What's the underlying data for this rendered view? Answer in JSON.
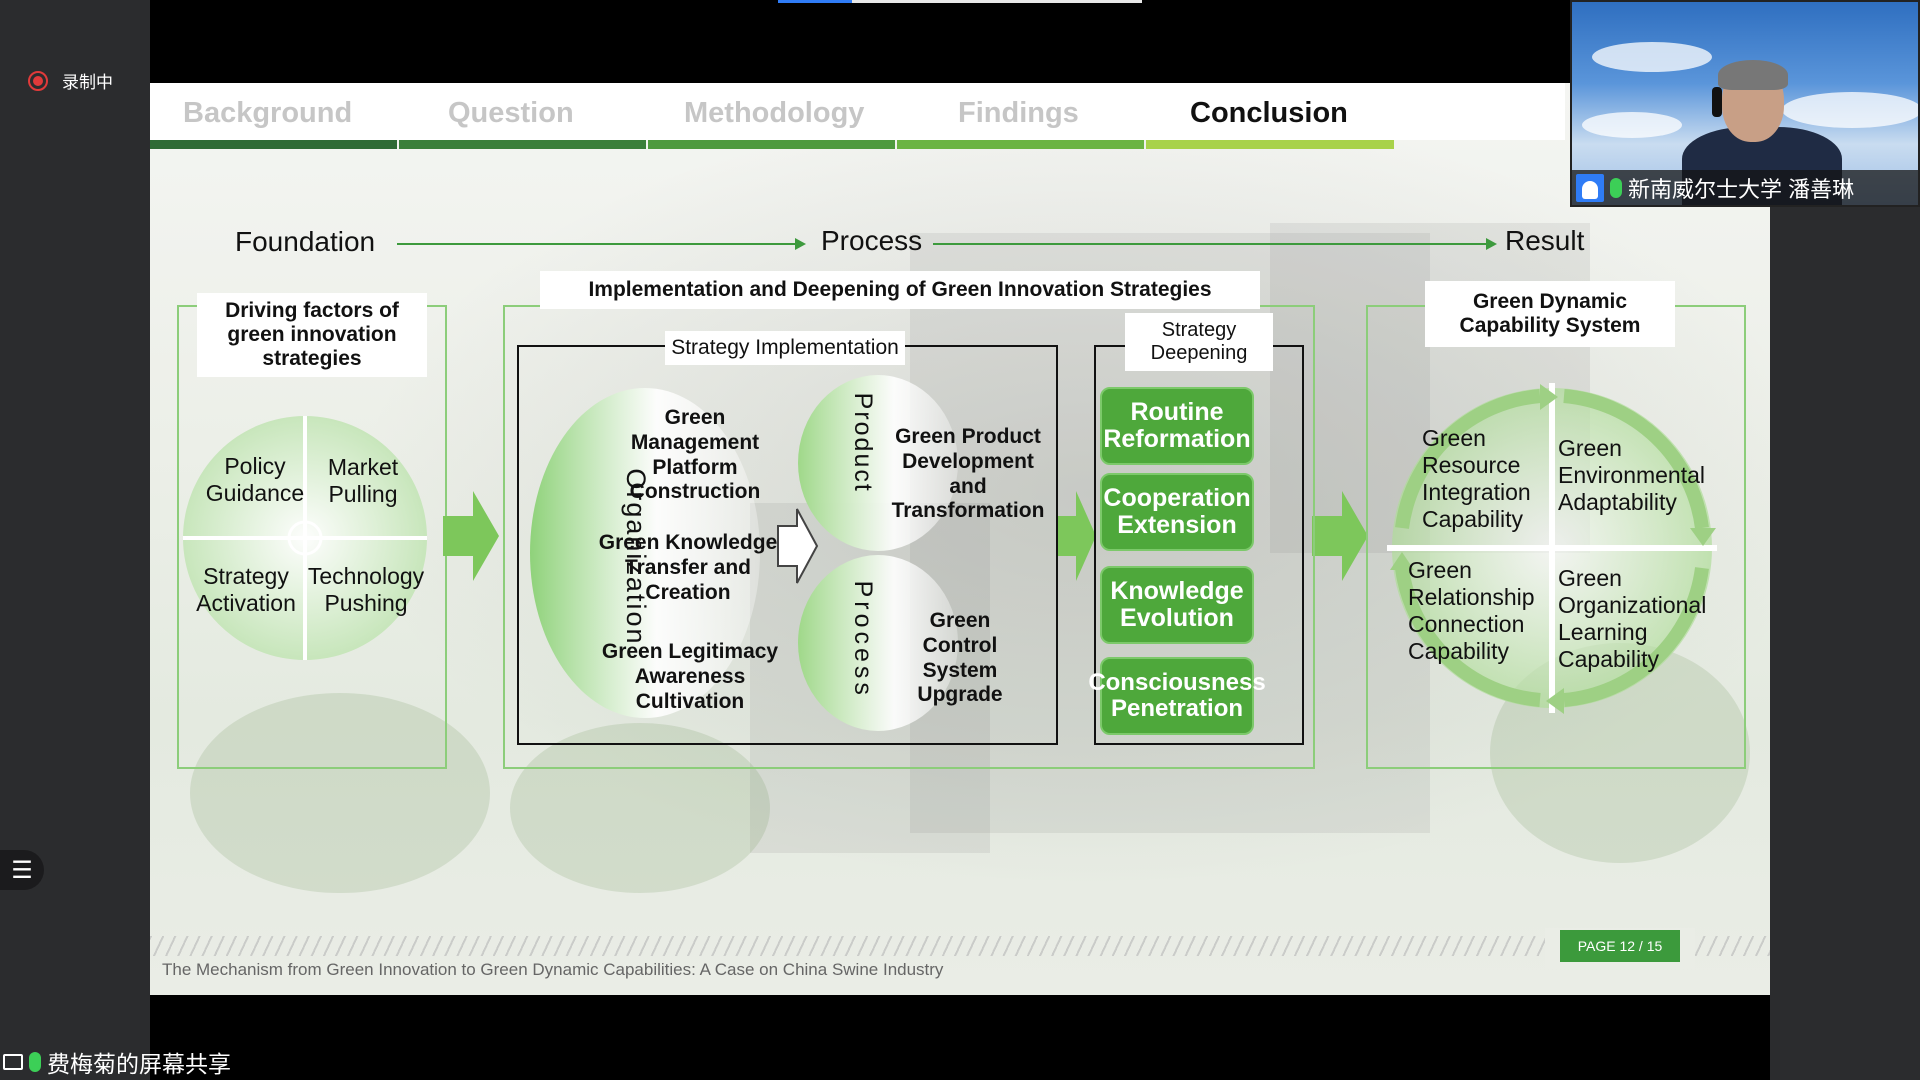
{
  "recording": {
    "label": "录制中"
  },
  "colors": {
    "accent_green": "#4ea83b",
    "record_red": "#e03a3a",
    "user_blue": "#2f7cf6"
  },
  "slide": {
    "nav_tabs": [
      "Background",
      "Question",
      "Methodology",
      "Findings",
      "Conclusion"
    ],
    "active_tab": "Conclusion",
    "stages": {
      "foundation": "Foundation",
      "process": "Process",
      "result": "Result"
    },
    "foundation": {
      "title": "Driving factors of green innovation strategies",
      "quadrants": [
        "Policy Guidance",
        "Market Pulling",
        "Strategy Activation",
        "Technology Pushing"
      ]
    },
    "process": {
      "title": "Implementation and Deepening of Green Innovation Strategies",
      "implementation_title": "Strategy Implementation",
      "organization_label": "Organization",
      "organization_items": [
        "Green Management Platform Construction",
        "Green Knowledge Transfer and Creation",
        "Green Legitimacy Awareness Cultivation"
      ],
      "product_label": "Product",
      "product_item": "Green Product Development and Transformation",
      "process_label": "Process",
      "process_item": "Green Control System Upgrade",
      "deepening_title": "Strategy Deepening",
      "deepening_buttons": [
        "Routine Reformation",
        "Cooperation Extension",
        "Knowledge Evolution",
        "Consciousness Penetration"
      ]
    },
    "result": {
      "title": "Green Dynamic Capability System",
      "capabilities": [
        "Green Resource Integration Capability",
        "Green Environmental Adaptability",
        "Green Relationship Connection Capability",
        "Green Organizational Learning Capability"
      ]
    },
    "footer": "The Mechanism from Green Innovation to Green Dynamic Capabilities:   A Case on China Swine Industry",
    "page_label": "PAGE   12 / 15"
  },
  "webcam": {
    "name": "新南威尔士大学  潘善琳"
  },
  "share_label": "费梅菊的屏幕共享"
}
